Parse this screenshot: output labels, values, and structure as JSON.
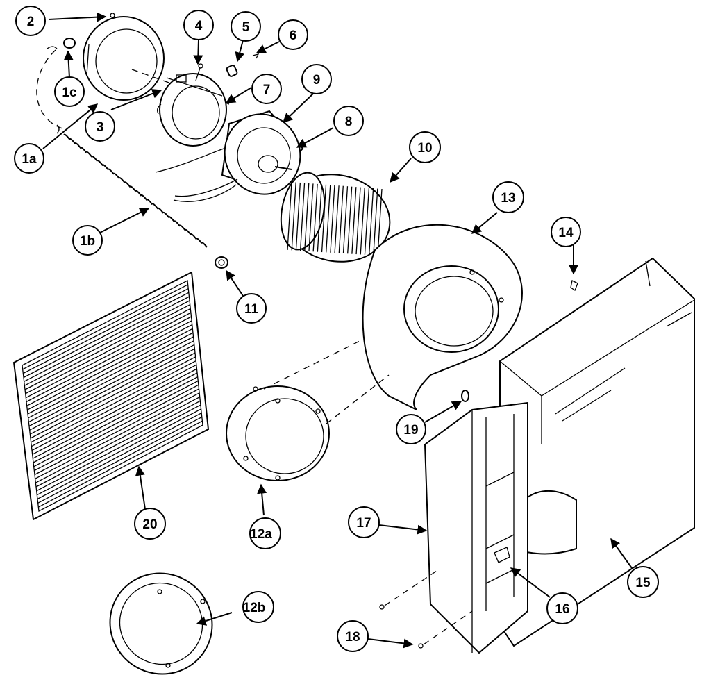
{
  "callouts": {
    "c1a": "1a",
    "c1b": "1b",
    "c1c": "1c",
    "c2": "2",
    "c3": "3",
    "c4": "4",
    "c5": "5",
    "c6": "6",
    "c7": "7",
    "c8": "8",
    "c9": "9",
    "c10": "10",
    "c11": "11",
    "c12a": "12a",
    "c12b": "12b",
    "c13": "13",
    "c14": "14",
    "c15": "15",
    "c16": "16",
    "c17": "17",
    "c18": "18",
    "c19": "19",
    "c20": "20"
  }
}
